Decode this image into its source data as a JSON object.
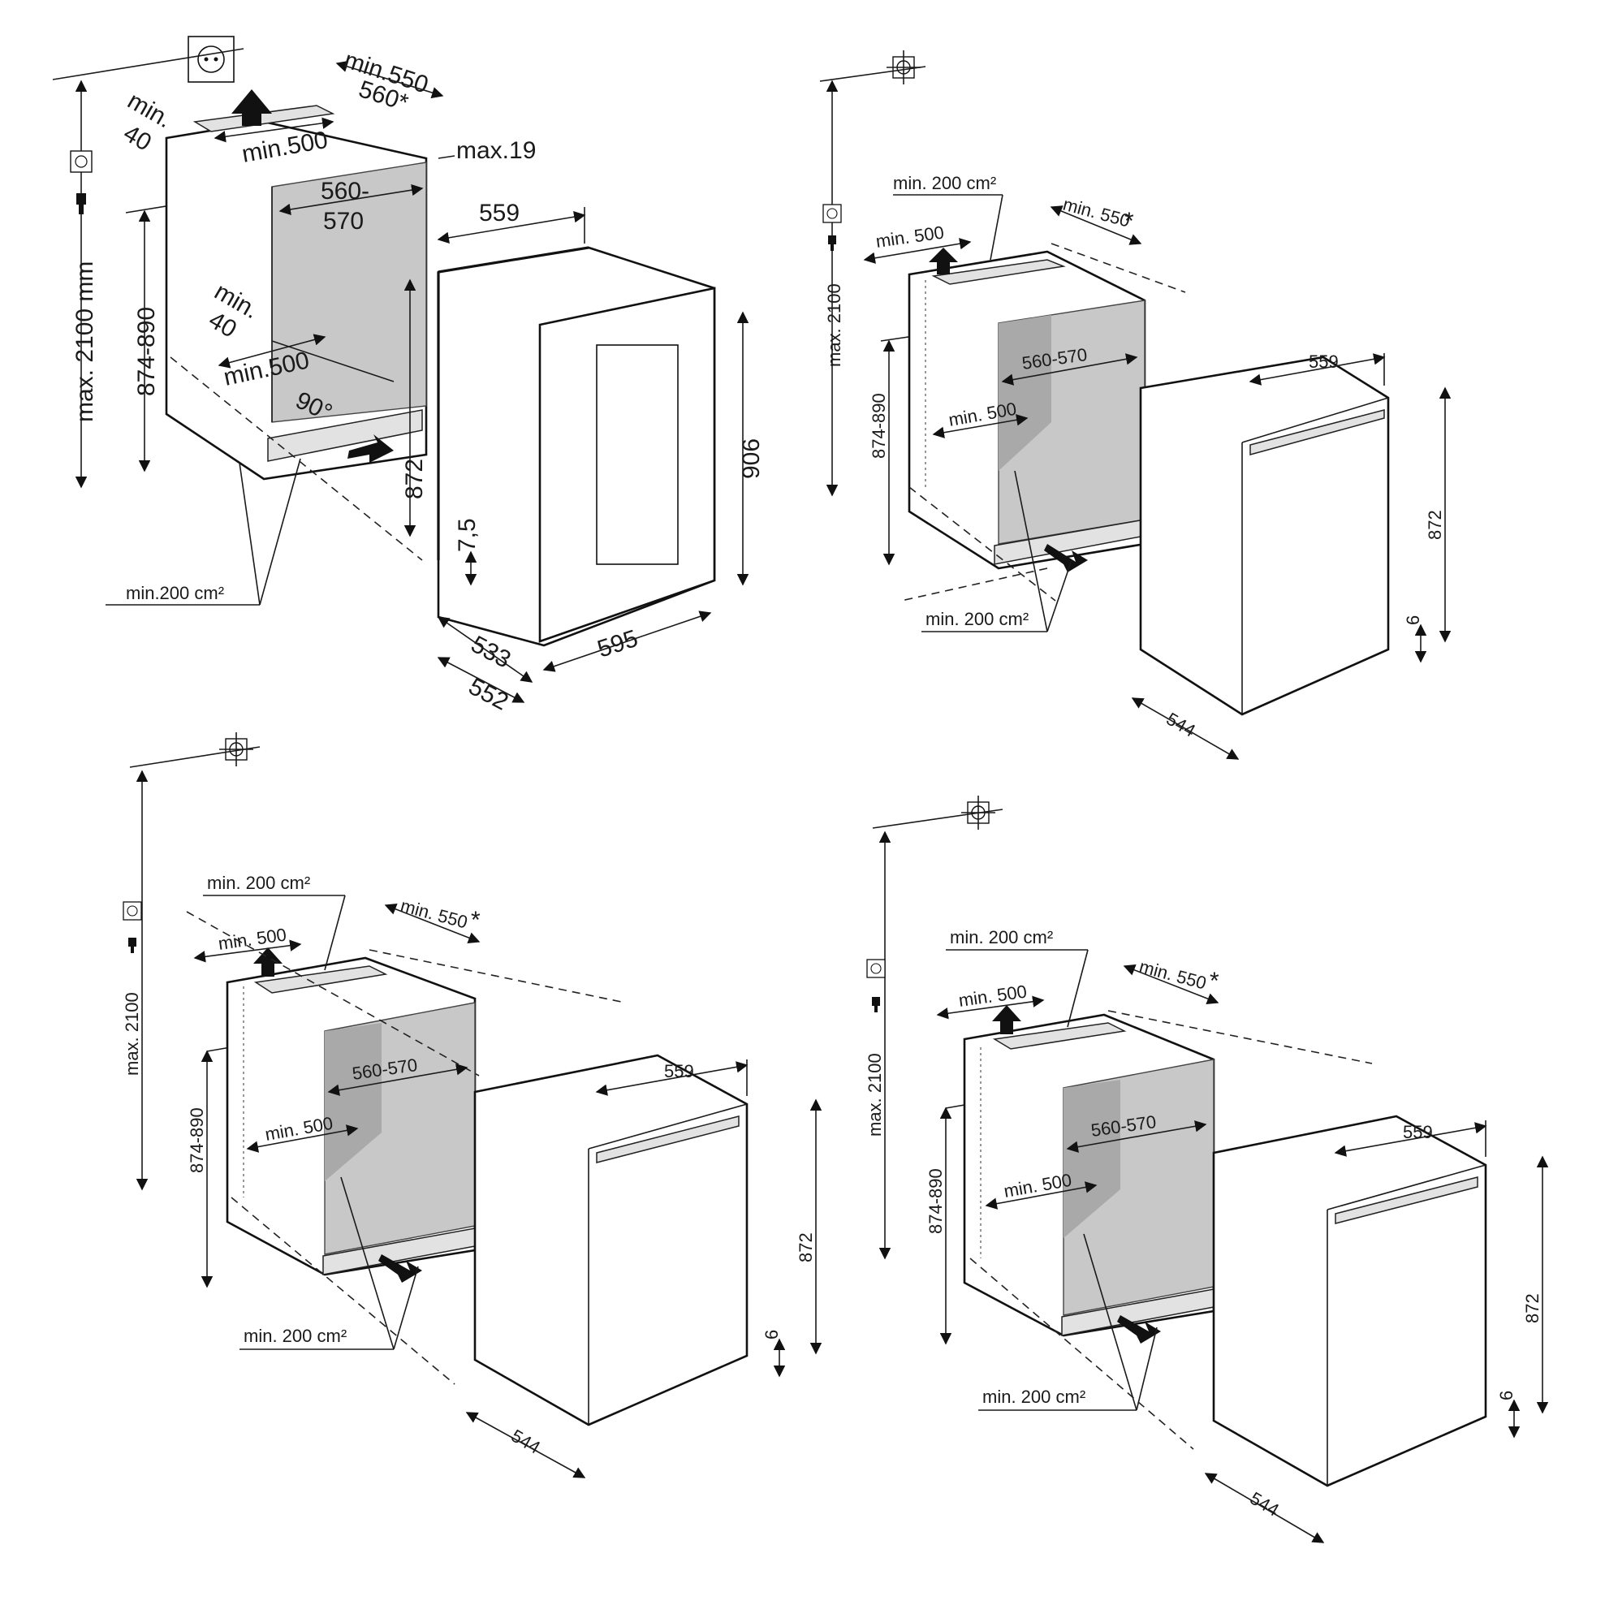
{
  "colors": {
    "line": "#1a1a1a",
    "niche": "#c8c8c8",
    "niche_dark": "#a9a9a9",
    "grille": "#e2e2e2"
  },
  "icons": [
    "power-socket-icon",
    "power-plug-icon",
    "crosshair-icon",
    "airflow-arrow-icon"
  ],
  "diagram_a": {
    "max_height": "max. 2100 mm",
    "niche_height": "874-890",
    "depth_top_min": "min.550",
    "depth_top_star": "560*",
    "min_40_top_a": "min.",
    "min_40_top_b": "40",
    "min_500_top": "min.500",
    "max_19": "max.19",
    "niche_width_a": "560-",
    "niche_width_b": "570",
    "min_40_bottom_a": "min.",
    "min_40_bottom_b": "40",
    "min_500_bottom": "min.500",
    "angle": "90°",
    "vent_area": "min.200 cm²",
    "appliance_height": "872",
    "appliance_width": "559",
    "door_height": "906",
    "plinth_gap": "7,5",
    "depth_533": "533",
    "depth_552": "552",
    "door_width": "595"
  },
  "diagram_b": {
    "max_height": "max. 2100",
    "niche_height": "874-890",
    "vent_top": "min. 200 cm²",
    "min_500_top": "min. 500",
    "depth": "min. 550",
    "star": "*",
    "niche_width": "560-570",
    "min_500_bottom": "min. 500",
    "vent_bottom": "min. 200 cm²",
    "appliance_width": "559",
    "appliance_height": "872",
    "gap": "6",
    "appliance_depth": "544"
  },
  "diagram_c": {
    "max_height": "max. 2100",
    "niche_height": "874-890",
    "vent_top": "min. 200 cm²",
    "min_500_top": "min. 500",
    "depth": "min. 550",
    "star": "*",
    "niche_width": "560-570",
    "min_500_bottom": "min. 500",
    "vent_bottom": "min. 200 cm²",
    "appliance_width": "559",
    "appliance_height": "872",
    "gap": "6",
    "appliance_depth": "544"
  },
  "diagram_d": {
    "max_height": "max. 2100",
    "niche_height": "874-890",
    "vent_top": "min. 200 cm²",
    "min_500_top": "min. 500",
    "depth": "min. 550",
    "star": "*",
    "niche_width": "560-570",
    "min_500_bottom": "min. 500",
    "vent_bottom": "min. 200 cm²",
    "appliance_width": "559",
    "appliance_height": "872",
    "gap": "6",
    "appliance_depth": "544"
  }
}
